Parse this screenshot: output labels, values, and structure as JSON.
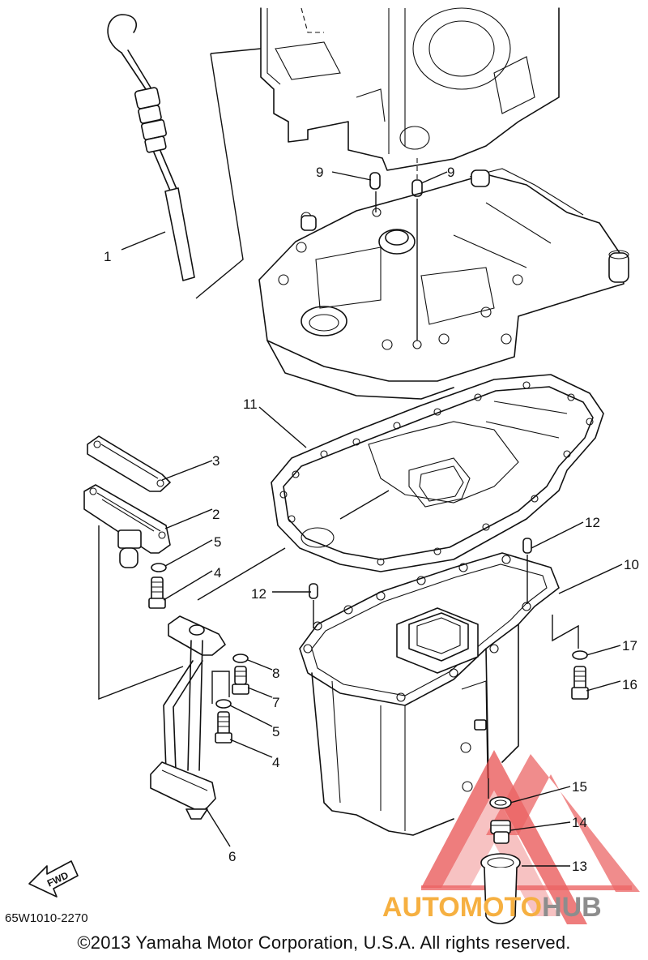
{
  "diagram": {
    "part_labels": [
      "1",
      "2",
      "3",
      "4",
      "4",
      "5",
      "5",
      "6",
      "7",
      "8",
      "9",
      "9",
      "10",
      "11",
      "12",
      "12",
      "13",
      "14",
      "15",
      "16",
      "17"
    ],
    "direction_arrow": "FWD",
    "catalog_code": "65W1010-2270",
    "copyright": "©2013 Yamaha Motor Corporation, U.S.A. All rights reserved."
  },
  "watermark": {
    "brand_part1": "AUTOMOTO",
    "brand_part2": "HUB",
    "color_orange": "#f6b041",
    "color_gray": "#8d8d8d",
    "color_red": "#e84b4b"
  }
}
